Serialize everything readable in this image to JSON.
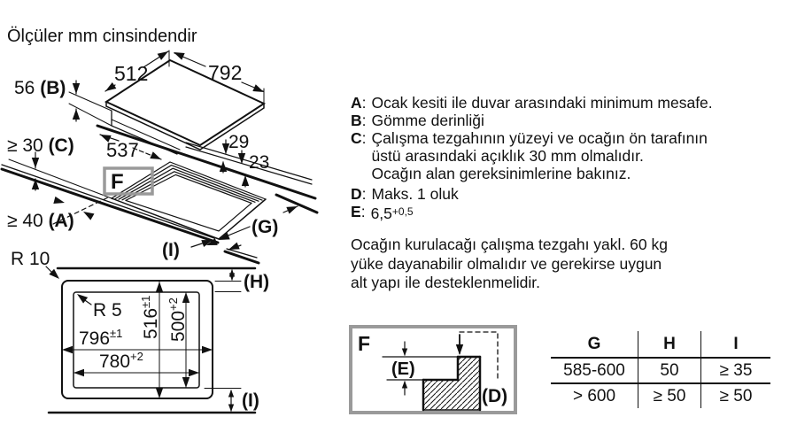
{
  "title": "Ölçüler mm cinsindendir",
  "colors": {
    "ink": "#111111",
    "box_gray": "#9a9a9a",
    "background": "#ffffff"
  },
  "iso": {
    "d512": "512",
    "d792": "792",
    "b_num": "56 ",
    "b_ref": "(B)",
    "c_num": "≥ 30 ",
    "c_ref": "(C)",
    "a_num": "≥ 40 ",
    "a_ref": "(A)",
    "d537": "537",
    "d29": "29",
    "d23": "23",
    "g_ref": "(G)",
    "i_ref": "(I)",
    "f_label": "F"
  },
  "plan": {
    "r10": "R 10",
    "r5": "R 5",
    "w_outer": "796",
    "w_outer_sup": "±1",
    "w_inner": "780",
    "w_inner_sup": "+2",
    "h_outer": "516",
    "h_outer_sup": "±1",
    "h_inner": "500",
    "h_inner_sup": "+2",
    "h_ref": "(H)",
    "i_ref": "(I)"
  },
  "legend": {
    "colon": ":",
    "items": [
      {
        "key": "A",
        "lines": [
          "Ocak kesiti ile duvar arasındaki minimum mesafe."
        ]
      },
      {
        "key": "B",
        "lines": [
          "Gömme derinliği"
        ]
      },
      {
        "key": "C",
        "lines": [
          "Çalışma tezgahının yüzeyi ve ocağın ön tarafının",
          "üstü arasındaki açıklık 30 mm olmalıdır.",
          "Ocağın alan gereksinimlerine bakınız."
        ]
      },
      {
        "key": "D",
        "lines": [
          "Maks. 1 oluk"
        ]
      },
      {
        "key": "E",
        "lines": [
          "6,5"
        ],
        "sup": "+0,5"
      }
    ]
  },
  "note": {
    "lines": [
      "Ocağın kurulacağı çalışma tezgahı yakl. 60 kg",
      "yüke dayanabilir olmalıdır ve gerekirse uygun",
      "alt yapı ile desteklenmelidir."
    ]
  },
  "detail_f": {
    "label": "F",
    "e_ref": "(E)",
    "d_ref": "(D)"
  },
  "table": {
    "headers": [
      "G",
      "H",
      "I"
    ],
    "rows": [
      [
        "585-600",
        "50",
        "≥ 35"
      ],
      [
        "> 600",
        "≥ 50",
        "≥ 50"
      ]
    ]
  }
}
